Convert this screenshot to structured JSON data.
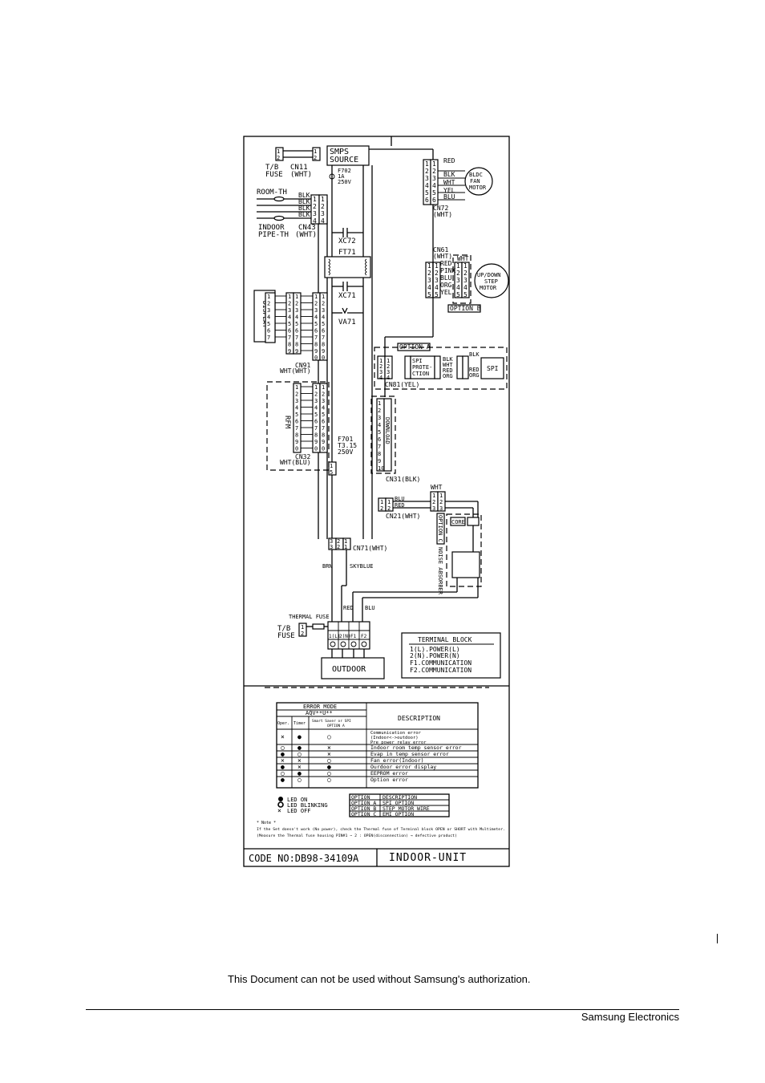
{
  "schematic": {
    "smps": [
      "SMPS",
      "SOURCE"
    ],
    "tb_fuse": [
      "T/B",
      "FUSE"
    ],
    "cn11": "CN11",
    "cn11_color": "(WHT)",
    "f702": [
      "F702",
      "1A",
      "250V"
    ],
    "room_th": "ROOM-TH",
    "indoor_pipe_th": [
      "INDOOR",
      "PIPE-TH"
    ],
    "cn43": [
      "CN43",
      "(WHT)"
    ],
    "xc72": "XC72",
    "ft71": "FT71",
    "xc71": "XC71",
    "va71": "VA71",
    "display": "DISPLAY",
    "cn91": "CN91",
    "cn91_color": "WHT(WHT)",
    "rf_module": "RFM",
    "cn32": "CN32",
    "cn32_color": "WHT(BLU)",
    "f701": [
      "F701",
      "T3.15",
      "250V"
    ],
    "bldc_motor": [
      "BLDC",
      "FAN",
      "MOTOR"
    ],
    "cn72": [
      "CN72",
      "(WHT)"
    ],
    "cn61": [
      "CN61",
      "(WHT)"
    ],
    "step_motor": [
      "UP/DOWN",
      "STEP",
      "MOTOR"
    ],
    "option_a": "OPTION A",
    "option_b": "OPTION B",
    "option_c": "OPTION C",
    "spi_protection": [
      "SPI",
      "PROTE-",
      "CTION"
    ],
    "spi": "SPI",
    "cn81": "CN81(YEL)",
    "download": "DOWNLOAD",
    "cn31": "CN31(BLK)",
    "cn21": "CN21(WHT)",
    "cn71": "CN71(WHT)",
    "core": "CORE",
    "noise_absorber": "NOISE ABSORBER",
    "wire_colors_fan": [
      "RED",
      "BLK",
      "WHT",
      "YEL",
      "BLU"
    ],
    "wire_colors_step": [
      "RED",
      "PINK",
      "BLU",
      "ORG",
      "YEL"
    ],
    "wire_colors_th": [
      "BLK",
      "BLK",
      "BLK",
      "BLK"
    ],
    "wire_colors_spi": [
      "BLK",
      "WHT",
      "RED",
      "ORG"
    ],
    "brn": "BRN",
    "skyblue": "SKYBLUE",
    "red": "RED",
    "blu": "BLU",
    "wht": "WHT",
    "thermal_fuse": "THERMAL FUSE",
    "tb_terminals": [
      "1(L)",
      "2(N)",
      "F1",
      "F2"
    ],
    "outdoor": "OUTDOOR",
    "terminal_block": {
      "title": "TERMINAL BLOCK",
      "lines": [
        "1(L).POWER(L)",
        "2(N).POWER(N)",
        "F1.COMMUNICATION",
        "F2.COMMUNICATION"
      ]
    }
  },
  "error_table": {
    "header_mode": "ERROR MODE",
    "header_model": "AQV**U**",
    "header_desc": "DESCRIPTION",
    "col_oper": "Oper.",
    "col_timer": "Timer",
    "col_smart": [
      "Smart Saver or SPI",
      "OPTION A"
    ],
    "rows": [
      {
        "oper": "×",
        "timer": "●",
        "smart": "○",
        "desc": [
          "Communication error",
          "(Indoor<->outdoor)",
          "Pre power relay error"
        ]
      },
      {
        "oper": "○",
        "timer": "●",
        "smart": "×",
        "desc": [
          "Indoor room temp sensor error"
        ]
      },
      {
        "oper": "●",
        "timer": "○",
        "smart": "×",
        "desc": [
          "Evap in temp sensor error"
        ]
      },
      {
        "oper": "×",
        "timer": "×",
        "smart": "○",
        "desc": [
          "Fan error(Indoor)"
        ]
      },
      {
        "oper": "●",
        "timer": "×",
        "smart": "●",
        "desc": [
          "Ourdoor error display"
        ]
      },
      {
        "oper": "○",
        "timer": "●",
        "smart": "○",
        "desc": [
          "EEPROM error"
        ]
      },
      {
        "oper": "●",
        "timer": "○",
        "smart": "○",
        "desc": [
          "Option error"
        ]
      }
    ]
  },
  "legend": [
    "LED ON",
    "LED BLINKING",
    "LED OFF"
  ],
  "option_table": [
    [
      "OPTION",
      "DESCRIPTION"
    ],
    [
      "OPTION A",
      "SPI OPTION"
    ],
    [
      "OPTION B",
      "STEP MOTOR WIRE"
    ],
    [
      "OPTION C",
      "EMI OPTION"
    ]
  ],
  "note": {
    "title": "* Note *",
    "line1": "If the Set doesn't work (No power), check the Thermal fuse of Terminal block OPEN or SHORT with Multimeter.",
    "line2": "(Measure the Thermal fuse housing PIN#1 ~ 2 : OPEN(disconnection) → defective product)"
  },
  "code_no": "CODE NO:DB98-34109A",
  "unit_name": "INDOOR-UNIT",
  "footer": {
    "authorization": "This Document can not be used without Samsung's authorization.",
    "brand": "Samsung Electronics"
  }
}
